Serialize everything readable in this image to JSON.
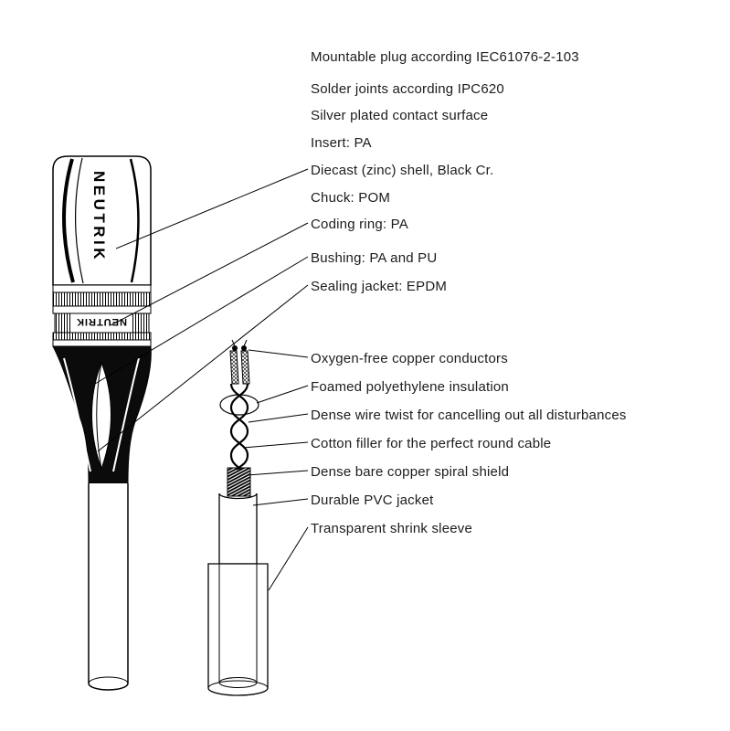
{
  "brand": "NEUTRIK",
  "colors": {
    "line": "#000000",
    "background": "#ffffff",
    "boot_fill": "#0b0b0b"
  },
  "labels": [
    {
      "text": "Mountable plug according IEC61076-2-103"
    },
    {
      "text": "Solder joints according IPC620"
    },
    {
      "text": "Silver plated contact surface"
    },
    {
      "text": "Insert: PA"
    },
    {
      "text": "Diecast (zinc) shell, Black Cr."
    },
    {
      "text": "Chuck: POM"
    },
    {
      "text": "Coding ring: PA"
    },
    {
      "text": "Bushing: PA and PU"
    },
    {
      "text": "Sealing jacket: EPDM"
    },
    {
      "text": "Oxygen-free copper conductors"
    },
    {
      "text": "Foamed polyethylene insulation"
    },
    {
      "text": "Dense wire twist for cancelling out all disturbances"
    },
    {
      "text": "Cotton filler for the perfect round cable"
    },
    {
      "text": "Dense bare copper spiral shield"
    },
    {
      "text": "Durable PVC jacket"
    },
    {
      "text": "Transparent shrink sleeve"
    }
  ]
}
